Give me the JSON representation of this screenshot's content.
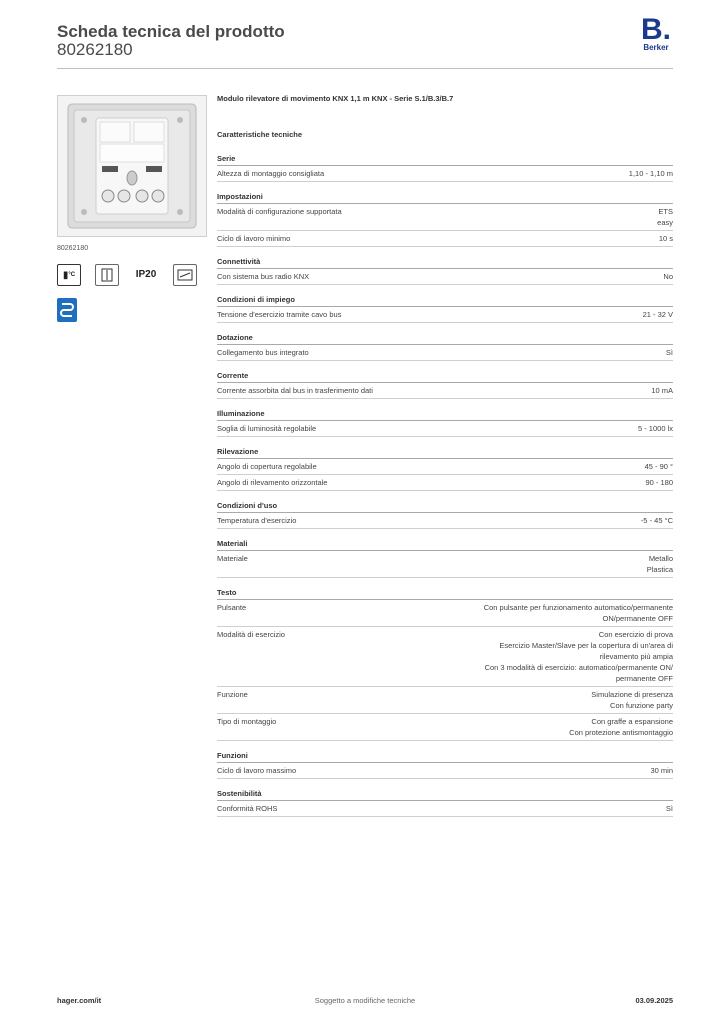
{
  "header": {
    "title": "Scheda tecnica del prodotto",
    "code": "80262180",
    "logo_letter": "B.",
    "logo_text": "Berker"
  },
  "left": {
    "product_code": "80262180",
    "icons": [
      {
        "name": "temperature-icon",
        "label": "°C"
      },
      {
        "name": "mounting-icon",
        "label": ""
      },
      {
        "name": "ip-rating-icon",
        "label": "IP20"
      },
      {
        "name": "dimension-icon",
        "label": ""
      }
    ]
  },
  "main": {
    "title": "Modulo rilevatore di movimento KNX 1,1 m KNX - Serie S.1/B.3/B.7",
    "characteristics_title": "Caratteristiche tecniche",
    "sections": [
      {
        "title": "Serie",
        "rows": [
          {
            "k": "Altezza di montaggio consigliata",
            "v": [
              "1,10 - 1,10 m"
            ]
          }
        ]
      },
      {
        "title": "Impostazioni",
        "rows": [
          {
            "k": "Modalità di configurazione supportata",
            "v": [
              "ETS",
              "easy"
            ]
          },
          {
            "k": "Ciclo di lavoro minimo",
            "v": [
              "10 s"
            ]
          }
        ]
      },
      {
        "title": "Connettività",
        "rows": [
          {
            "k": "Con sistema bus radio KNX",
            "v": [
              "No"
            ]
          }
        ]
      },
      {
        "title": "Condizioni di impiego",
        "rows": [
          {
            "k": "Tensione d'esercizio tramite cavo bus",
            "v": [
              "21 - 32 V"
            ]
          }
        ]
      },
      {
        "title": "Dotazione",
        "rows": [
          {
            "k": "Collegamento bus integrato",
            "v": [
              "Sì"
            ]
          }
        ]
      },
      {
        "title": "Corrente",
        "rows": [
          {
            "k": "Corrente assorbita dal bus in trasferimento dati",
            "v": [
              "10 mA"
            ]
          }
        ]
      },
      {
        "title": "Illuminazione",
        "rows": [
          {
            "k": "Soglia di luminosità regolabile",
            "v": [
              "5 - 1000 lx"
            ]
          }
        ]
      },
      {
        "title": "Rilevazione",
        "rows": [
          {
            "k": "Angolo di copertura regolabile",
            "v": [
              "45 - 90 °"
            ]
          },
          {
            "k": "Angolo di rilevamento orizzontale",
            "v": [
              "90 - 180"
            ]
          }
        ]
      },
      {
        "title": "Condizioni d'uso",
        "rows": [
          {
            "k": "Temperatura d'esercizio",
            "v": [
              "-5 - 45 °C"
            ]
          }
        ]
      },
      {
        "title": "Materiali",
        "rows": [
          {
            "k": "Materiale",
            "v": [
              "Metallo",
              "Plastica"
            ]
          }
        ]
      },
      {
        "title": "Testo",
        "rows": [
          {
            "k": "Pulsante",
            "v": [
              "Con pulsante per funzionamento automatico/permanente",
              "ON/permanente OFF"
            ]
          },
          {
            "k": "Modalità di esercizio",
            "v": [
              "Con esercizio di prova",
              "Esercizio Master/Slave per la copertura di un'area di",
              "rilevamento più ampia",
              "Con 3 modalità di esercizio: automatico/permanente ON/",
              "permanente OFF"
            ]
          },
          {
            "k": "Funzione",
            "v": [
              "Simulazione di presenza",
              "Con funzione party"
            ]
          },
          {
            "k": "Tipo di montaggio",
            "v": [
              "Con graffe a espansione",
              "Con protezione antismontaggio"
            ]
          }
        ]
      },
      {
        "title": "Funzioni",
        "rows": [
          {
            "k": "Ciclo di lavoro massimo",
            "v": [
              "30 min"
            ]
          }
        ]
      },
      {
        "title": "Sostenibilità",
        "rows": [
          {
            "k": "Conformità ROHS",
            "v": [
              "Sì"
            ]
          }
        ]
      }
    ]
  },
  "footer": {
    "left": "hager.com/it",
    "center": "Soggetto a modifiche tecniche",
    "right": "03.09.2025"
  }
}
